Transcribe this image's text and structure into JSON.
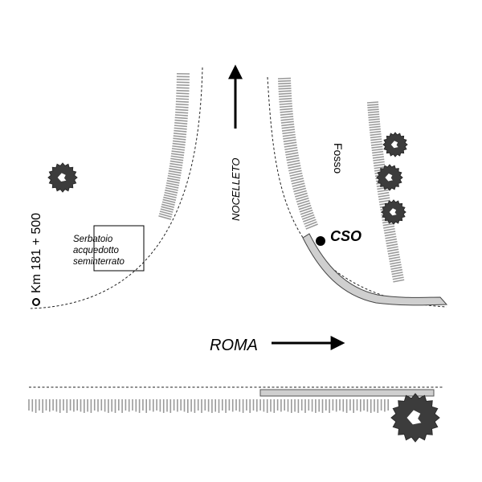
{
  "map": {
    "labels": {
      "nocelleto": "NOCELLETO",
      "roma": "ROMA",
      "fosso": "Fosso",
      "cso": "CSO",
      "km_marker": "Km 181 + 500",
      "serbatoio_lines": [
        "Serbatoio",
        "acquedotto",
        "seminterrato"
      ]
    },
    "colors": {
      "hatch": "#9a9a9a",
      "tree": "#3c3c3c",
      "pipe_fill": "#cfcfcf",
      "pipe_stroke": "#444444",
      "arrow": "#000000"
    },
    "features": {
      "trees": [
        "tree-left",
        "tree-fosso-1",
        "tree-fosso-2",
        "tree-fosso-3",
        "tree-bottom-right"
      ],
      "arrows": [
        "arrow-north-nocelleto",
        "arrow-east-roma"
      ],
      "point_markers": [
        "cso-point",
        "km-marker-circle"
      ]
    }
  }
}
